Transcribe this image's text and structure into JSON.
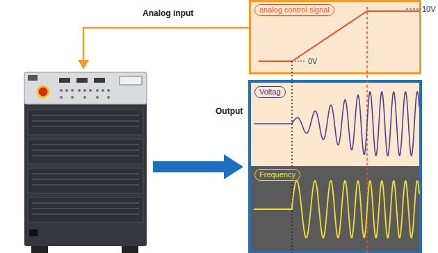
{
  "diagram": {
    "nodes": [
      {
        "text": [
          "analog control signal"
        ]
      },
      {
        "text": [
          "Voltag"
        ]
      },
      {
        "text": [
          "Frequency"
        ]
      }
    ],
    "labels": [
      "Analog input",
      "Output",
      "0V",
      "10V"
    ]
  }
}
